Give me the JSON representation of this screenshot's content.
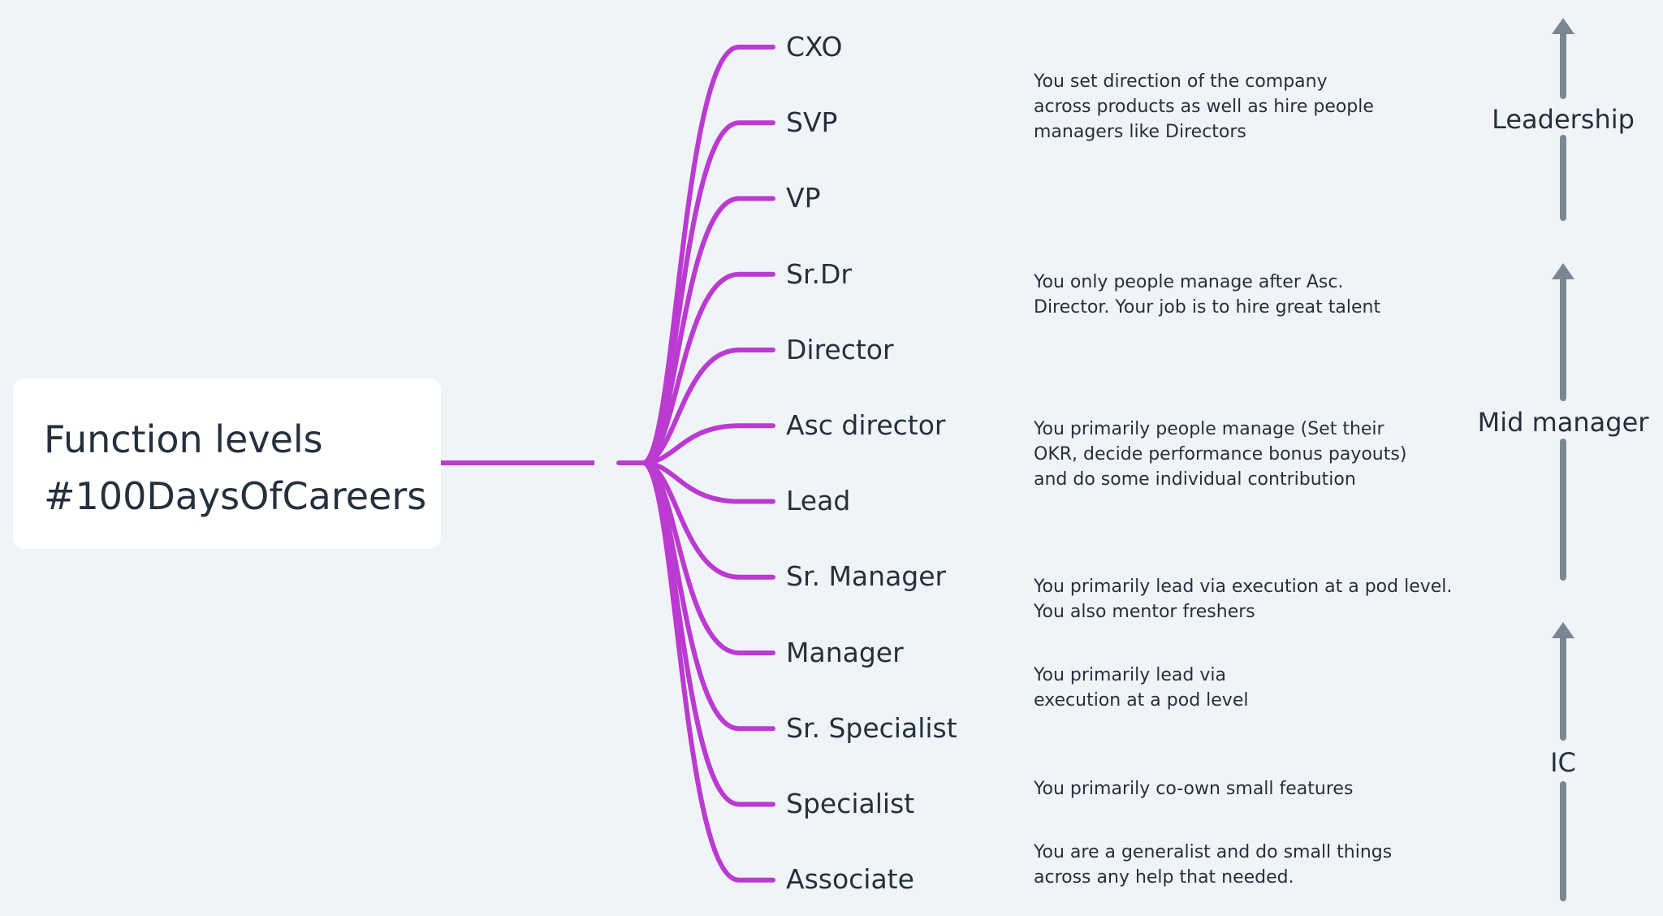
{
  "root": {
    "lines": [
      "Function levels",
      "#100DaysOfCareers"
    ]
  },
  "levels": [
    "CXO",
    "SVP",
    "VP",
    "Sr.Dr",
    "Director",
    "Asc director",
    "Lead",
    "Sr. Manager",
    "Manager",
    "Sr. Specialist",
    "Specialist",
    "Associate"
  ],
  "descriptions": [
    [
      "You set direction of the company",
      "across products as well as hire people",
      "managers like Directors"
    ],
    [
      "You only people manage after Asc.",
      "Director. Your job is to hire great talent"
    ],
    [
      "You primarily people manage (Set their",
      "OKR, decide performance bonus payouts)",
      "and do some individual contribution"
    ],
    [
      "You primarily lead via execution at a pod level.",
      "You also mentor freshers"
    ],
    [
      "You primarily lead via",
      "execution at a pod level"
    ],
    [
      "You primarily co-own small features"
    ],
    [
      "You are a generalist and do small things",
      "across any help that needed."
    ]
  ],
  "bands": [
    "Leadership",
    "Mid manager",
    "IC"
  ],
  "colors": {
    "background": "#f0f4f8",
    "branch": "#bb3ad1",
    "arrow": "#7a8793",
    "text": "#26303d",
    "box": "#ffffff"
  },
  "icons": {
    "band_arrow": "arrow-up-icon"
  }
}
